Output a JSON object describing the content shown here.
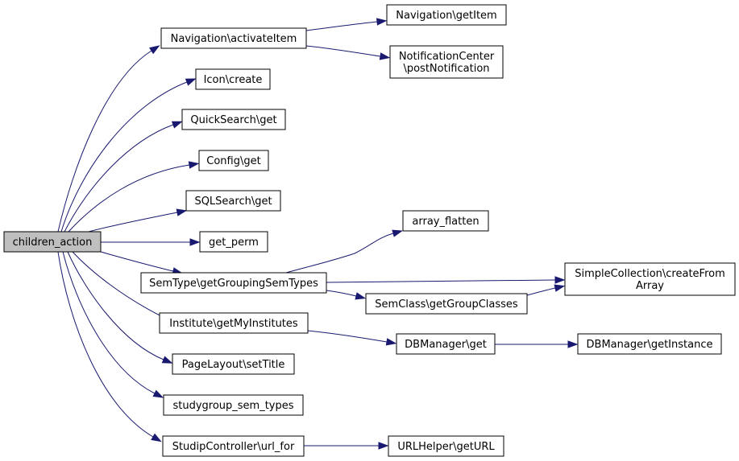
{
  "diagram": {
    "root": {
      "id": "children_action",
      "label": "children_action"
    },
    "nodes": [
      {
        "id": "activate",
        "label": "Navigation\\activateItem"
      },
      {
        "id": "getitem",
        "label": "Navigation\\getItem"
      },
      {
        "id": "postnotif",
        "lines": [
          "NotificationCenter",
          "\\postNotification"
        ]
      },
      {
        "id": "iconcreate",
        "label": "Icon\\create"
      },
      {
        "id": "quicksearch",
        "label": "QuickSearch\\get"
      },
      {
        "id": "configget",
        "label": "Config\\get"
      },
      {
        "id": "sqlsearch",
        "label": "SQLSearch\\get"
      },
      {
        "id": "getperm",
        "label": "get_perm"
      },
      {
        "id": "arrayflatten",
        "label": "array_flatten"
      },
      {
        "id": "semtype",
        "label": "SemType\\getGroupingSemTypes"
      },
      {
        "id": "simplecoll",
        "lines": [
          "SimpleCollection\\createFrom",
          "Array"
        ]
      },
      {
        "id": "semclass",
        "label": "SemClass\\getGroupClasses"
      },
      {
        "id": "institute",
        "label": "Institute\\getMyInstitutes"
      },
      {
        "id": "dbget",
        "label": "DBManager\\get"
      },
      {
        "id": "dbinstance",
        "label": "DBManager\\getInstance"
      },
      {
        "id": "pagelayout",
        "label": "PageLayout\\setTitle"
      },
      {
        "id": "studygroup",
        "label": "studygroup_sem_types"
      },
      {
        "id": "urlfor",
        "label": "StudipController\\url_for"
      },
      {
        "id": "geturl",
        "label": "URLHelper\\getURL"
      }
    ],
    "edges": [
      [
        "children_action",
        "activate"
      ],
      [
        "children_action",
        "iconcreate"
      ],
      [
        "children_action",
        "quicksearch"
      ],
      [
        "children_action",
        "configget"
      ],
      [
        "children_action",
        "sqlsearch"
      ],
      [
        "children_action",
        "getperm"
      ],
      [
        "children_action",
        "semtype"
      ],
      [
        "children_action",
        "institute"
      ],
      [
        "children_action",
        "pagelayout"
      ],
      [
        "children_action",
        "studygroup"
      ],
      [
        "children_action",
        "urlfor"
      ],
      [
        "activate",
        "getitem"
      ],
      [
        "activate",
        "postnotif"
      ],
      [
        "semtype",
        "arrayflatten"
      ],
      [
        "semtype",
        "simplecoll"
      ],
      [
        "semtype",
        "semclass"
      ],
      [
        "semclass",
        "simplecoll"
      ],
      [
        "institute",
        "dbget"
      ],
      [
        "dbget",
        "dbinstance"
      ],
      [
        "urlfor",
        "geturl"
      ]
    ]
  }
}
